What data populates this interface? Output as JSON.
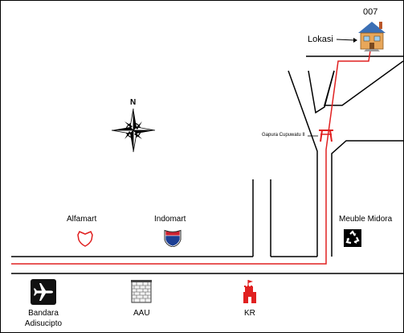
{
  "destination": {
    "number": "007",
    "label": "Lokasi"
  },
  "landmarks": {
    "gapura": "Gapura Cupuwatu II",
    "alfamart": "Alfamart",
    "indomart": "Indomart",
    "meuble": "Meuble Midora",
    "bandara": {
      "line1": "Bandara",
      "line2": "Adisucipto"
    },
    "aau": "AAU",
    "kr": "KR"
  },
  "compass": {
    "label": "N"
  },
  "icons": {
    "house": "house-icon",
    "compass": "compass-rose-icon",
    "gate": "gate-icon",
    "alfamart": "shield-icon",
    "indomart": "interstate-shield-icon",
    "meuble": "recycle-icon",
    "bandara": "airplane-icon",
    "aau": "brick-building-icon",
    "kr": "castle-icon"
  },
  "colors": {
    "route": "#e02020",
    "road": "#000000",
    "shield_red": "#e02020",
    "interstate_blue": "#1c3f94",
    "interstate_red": "#cc2030",
    "house_roof": "#3b6fb5",
    "house_wall": "#e8a75a"
  }
}
